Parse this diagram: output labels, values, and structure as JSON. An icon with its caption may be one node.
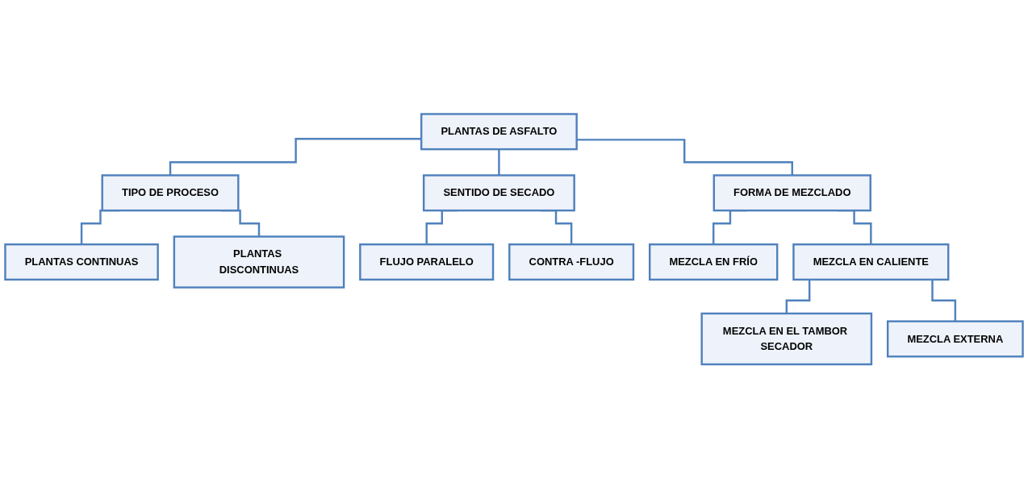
{
  "diagram": {
    "nodes": [
      {
        "text": [
          "PLANTAS DE ASFALTO"
        ]
      },
      {
        "text": [
          "TIPO DE PROCESO"
        ]
      },
      {
        "text": [
          "SENTIDO DE SECADO"
        ]
      },
      {
        "text": [
          "FORMA DE MEZCLADO"
        ]
      },
      {
        "text": [
          "PLANTAS CONTINUAS"
        ]
      },
      {
        "text": [
          "PLANTAS DISCONTINUAS"
        ]
      },
      {
        "text": [
          "FLUJO PARALELO"
        ]
      },
      {
        "text": [
          "CONTRA -FLUJO"
        ]
      },
      {
        "text": [
          "MEZCLA EN FRÍO"
        ]
      },
      {
        "text": [
          "MEZCLA EN CALIENTE"
        ]
      },
      {
        "text": [
          "MEZCLA EN EL TAMBOR SECADOR"
        ]
      },
      {
        "text": [
          "MEZCLA EXTERNA"
        ]
      }
    ],
    "edges": [
      {
        "from": 0,
        "to": 1,
        "arrow": "none"
      },
      {
        "from": 0,
        "to": 2,
        "arrow": "none"
      },
      {
        "from": 0,
        "to": 3,
        "arrow": "none"
      },
      {
        "from": 1,
        "to": 4,
        "arrow": "none"
      },
      {
        "from": 1,
        "to": 5,
        "arrow": "none"
      },
      {
        "from": 2,
        "to": 6,
        "arrow": "none"
      },
      {
        "from": 2,
        "to": 7,
        "arrow": "none"
      },
      {
        "from": 3,
        "to": 8,
        "arrow": "none"
      },
      {
        "from": 3,
        "to": 9,
        "arrow": "none"
      },
      {
        "from": 9,
        "to": 10,
        "arrow": "none"
      },
      {
        "from": 9,
        "to": 11,
        "arrow": "none"
      }
    ]
  }
}
